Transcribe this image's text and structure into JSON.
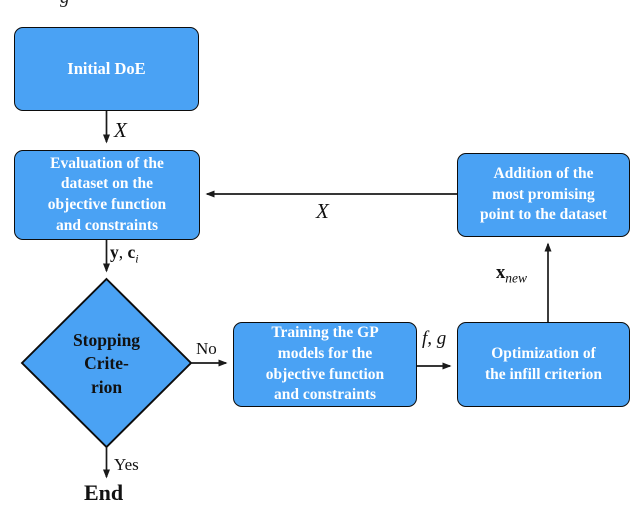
{
  "partial_glyph": "g",
  "colors": {
    "node_fill": "#4AA2F4",
    "node_border": "#0C0C0C",
    "node_text": "#FFFFFF",
    "line_color": "#1A1A1A",
    "label_text": "#111111"
  },
  "nodes": {
    "initial_doe": {
      "lines": [
        "Initial DoE"
      ]
    },
    "evaluation": {
      "lines": [
        "Evaluation of the",
        "dataset on the",
        "objective function",
        "and constraints"
      ]
    },
    "stopping": {
      "lines": [
        "Stopping",
        "Crite-",
        "rion"
      ]
    },
    "training": {
      "lines": [
        "Training the GP",
        "models for the",
        "objective function",
        "and constraints"
      ]
    },
    "optimization": {
      "lines": [
        "Optimization of",
        "the infill criterion"
      ]
    },
    "addition": {
      "lines": [
        "Addition of the",
        "most promising",
        "point to the dataset"
      ]
    },
    "end": {
      "label": "End"
    }
  },
  "edge_labels": {
    "doe_to_eval": "X",
    "eval_to_stopping": {
      "y": "y",
      "comma": ", ",
      "c": "c",
      "sub": "i"
    },
    "stopping_no": "No",
    "training_to_opt": "f, g",
    "opt_to_addition": {
      "base": "x",
      "sub": "new"
    },
    "addition_to_eval": "X",
    "stopping_yes": "Yes"
  }
}
